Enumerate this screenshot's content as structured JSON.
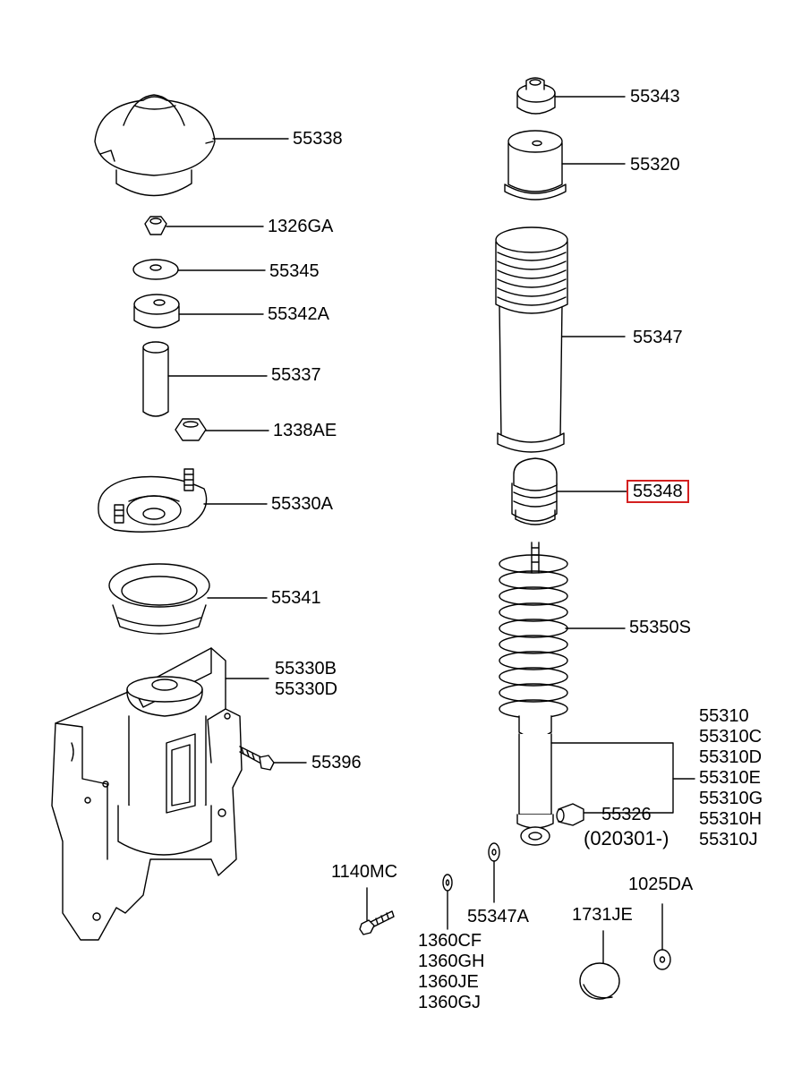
{
  "highlight_color": "#d42020",
  "labels": {
    "p55338": "55338",
    "p1326GA": "1326GA",
    "p55345": "55345",
    "p55342A": "55342A",
    "p55337": "55337",
    "p1338AE": "1338AE",
    "p55330A": "55330A",
    "p55341": "55341",
    "p55330B": "55330B",
    "p55330D": "55330D",
    "p55396": "55396",
    "p1140MC": "1140MC",
    "p55343": "55343",
    "p55320": "55320",
    "p55347": "55347",
    "p55348": "55348",
    "p55350S": "55350S",
    "p55326": "55326",
    "p55326_note": "(020301-)",
    "p55347A": "55347A",
    "p1731JE": "1731JE",
    "p1025DA": "1025DA",
    "strut_group": [
      "55310",
      "55310C",
      "55310D",
      "55310E",
      "55310G",
      "55310H",
      "55310J"
    ],
    "washer_group": [
      "1360CF",
      "1360GH",
      "1360JE",
      "1360GJ"
    ]
  },
  "highlighted_part": "55348"
}
